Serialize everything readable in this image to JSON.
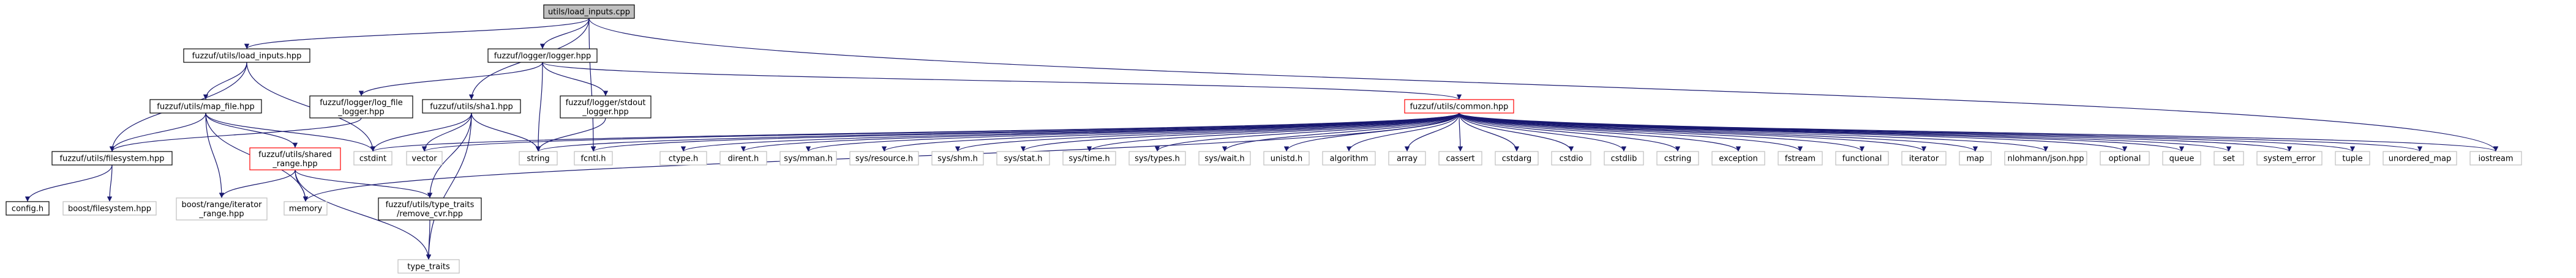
{
  "graph": {
    "colors": {
      "edge": "#191970",
      "root_fill": "#bfbfbf",
      "node_fill": "#ffffff",
      "node_border": "#000000",
      "incomplete_border": "#ff0000",
      "system_border": "#bfbfbf"
    },
    "nodes": {
      "root": {
        "lines": [
          "utils/load_inputs.cpp"
        ]
      },
      "load_inputs_hpp": {
        "lines": [
          "fuzzuf/utils/load_inputs.hpp"
        ]
      },
      "logger_hpp": {
        "lines": [
          "fuzzuf/logger/logger.hpp"
        ]
      },
      "map_file_hpp": {
        "lines": [
          "fuzzuf/utils/map_file.hpp"
        ]
      },
      "log_file_logger_hpp": {
        "lines": [
          "fuzzuf/logger/log_file",
          "_logger.hpp"
        ]
      },
      "sha1_hpp": {
        "lines": [
          "fuzzuf/utils/sha1.hpp"
        ]
      },
      "stdout_logger_hpp": {
        "lines": [
          "fuzzuf/logger/stdout",
          "_logger.hpp"
        ]
      },
      "common_hpp": {
        "lines": [
          "fuzzuf/utils/common.hpp"
        ]
      },
      "filesystem_hpp": {
        "lines": [
          "fuzzuf/utils/filesystem.hpp"
        ]
      },
      "shared_range_hpp": {
        "lines": [
          "fuzzuf/utils/shared",
          "_range.hpp"
        ]
      },
      "config_h": {
        "lines": [
          "config.h"
        ]
      },
      "boost_filesystem": {
        "lines": [
          "boost/filesystem.hpp"
        ]
      },
      "boost_iterator_range": {
        "lines": [
          "boost/range/iterator",
          "_range.hpp"
        ]
      },
      "memory": {
        "lines": [
          "memory"
        ]
      },
      "type_traits_remove_cvr": {
        "lines": [
          "fuzzuf/utils/type_traits",
          "/remove_cvr.hpp"
        ]
      },
      "type_traits": {
        "lines": [
          "type_traits"
        ]
      },
      "cstdint": {
        "lines": [
          "cstdint"
        ]
      },
      "vector": {
        "lines": [
          "vector"
        ]
      },
      "string": {
        "lines": [
          "string"
        ]
      },
      "fcntl_h": {
        "lines": [
          "fcntl.h"
        ]
      },
      "ctype_h": {
        "lines": [
          "ctype.h"
        ]
      },
      "dirent_h": {
        "lines": [
          "dirent.h"
        ]
      },
      "sys_mman_h": {
        "lines": [
          "sys/mman.h"
        ]
      },
      "sys_resource_h": {
        "lines": [
          "sys/resource.h"
        ]
      },
      "sys_shm_h": {
        "lines": [
          "sys/shm.h"
        ]
      },
      "sys_stat_h": {
        "lines": [
          "sys/stat.h"
        ]
      },
      "sys_time_h": {
        "lines": [
          "sys/time.h"
        ]
      },
      "sys_types_h": {
        "lines": [
          "sys/types.h"
        ]
      },
      "sys_wait_h": {
        "lines": [
          "sys/wait.h"
        ]
      },
      "unistd_h": {
        "lines": [
          "unistd.h"
        ]
      },
      "algorithm": {
        "lines": [
          "algorithm"
        ]
      },
      "array": {
        "lines": [
          "array"
        ]
      },
      "cassert": {
        "lines": [
          "cassert"
        ]
      },
      "cstdarg": {
        "lines": [
          "cstdarg"
        ]
      },
      "cstdio": {
        "lines": [
          "cstdio"
        ]
      },
      "cstdlib": {
        "lines": [
          "cstdlib"
        ]
      },
      "cstring": {
        "lines": [
          "cstring"
        ]
      },
      "exception": {
        "lines": [
          "exception"
        ]
      },
      "fstream": {
        "lines": [
          "fstream"
        ]
      },
      "functional": {
        "lines": [
          "functional"
        ]
      },
      "iterator": {
        "lines": [
          "iterator"
        ]
      },
      "map": {
        "lines": [
          "map"
        ]
      },
      "nlohmann_json": {
        "lines": [
          "nlohmann/json.hpp"
        ]
      },
      "optional": {
        "lines": [
          "optional"
        ]
      },
      "queue": {
        "lines": [
          "queue"
        ]
      },
      "set": {
        "lines": [
          "set"
        ]
      },
      "system_error": {
        "lines": [
          "system_error"
        ]
      },
      "tuple": {
        "lines": [
          "tuple"
        ]
      },
      "unordered_map": {
        "lines": [
          "unordered_map"
        ]
      },
      "iostream": {
        "lines": [
          "iostream"
        ]
      }
    }
  }
}
